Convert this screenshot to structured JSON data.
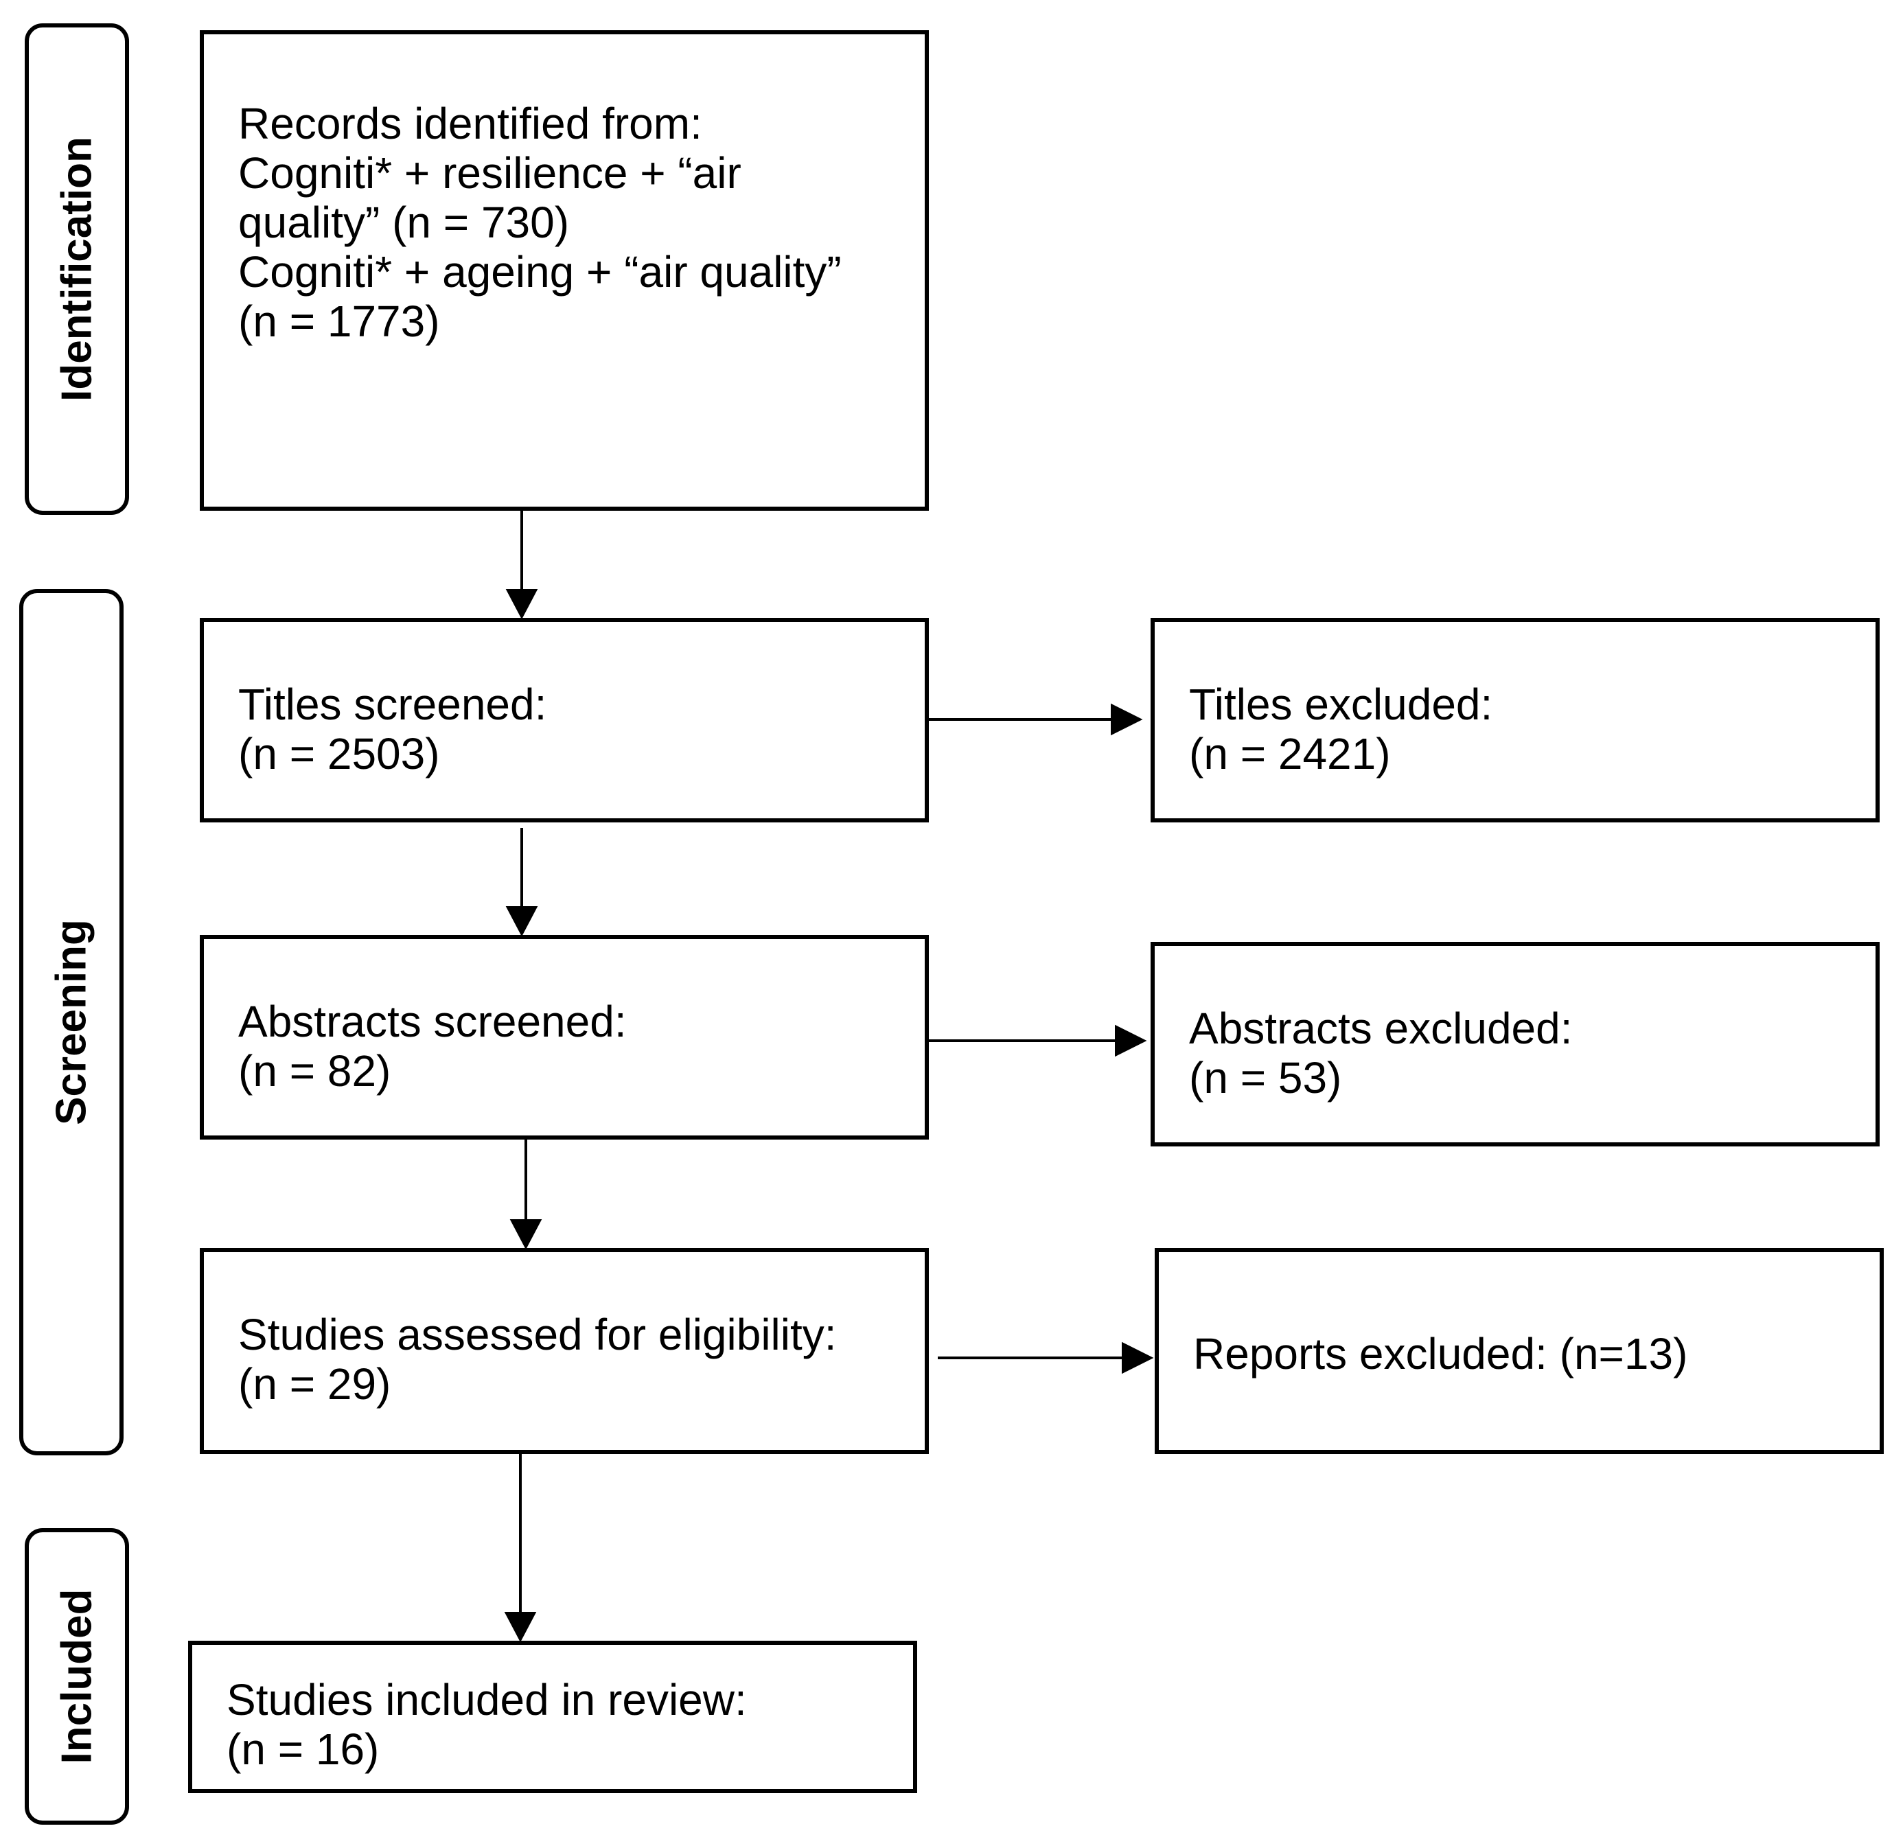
{
  "phases": {
    "identification": "Identification",
    "screening": "Screening",
    "included": "Included"
  },
  "records": {
    "line1": "Records identified from:",
    "line2": "Cogniti* + resilience + “air",
    "line3": "quality” (n = 730)",
    "line4": "Cogniti* + ageing + “air quality”",
    "line5": "(n = 1773)"
  },
  "titles_screened": {
    "label": "Titles screened:",
    "count": "(n = 2503)"
  },
  "titles_excluded": {
    "label": "Titles excluded:",
    "count": "(n = 2421)"
  },
  "abstracts_screened": {
    "label": "Abstracts screened:",
    "count": "(n = 82)"
  },
  "abstracts_excluded": {
    "label": "Abstracts excluded:",
    "count": "(n = 53)"
  },
  "studies_assessed": {
    "label": "Studies assessed for eligibility:",
    "count": "(n = 29)"
  },
  "reports_excluded": {
    "label": "Reports excluded: (n=13)"
  },
  "studies_included": {
    "label": "Studies included in review:",
    "count": "(n = 16)"
  }
}
